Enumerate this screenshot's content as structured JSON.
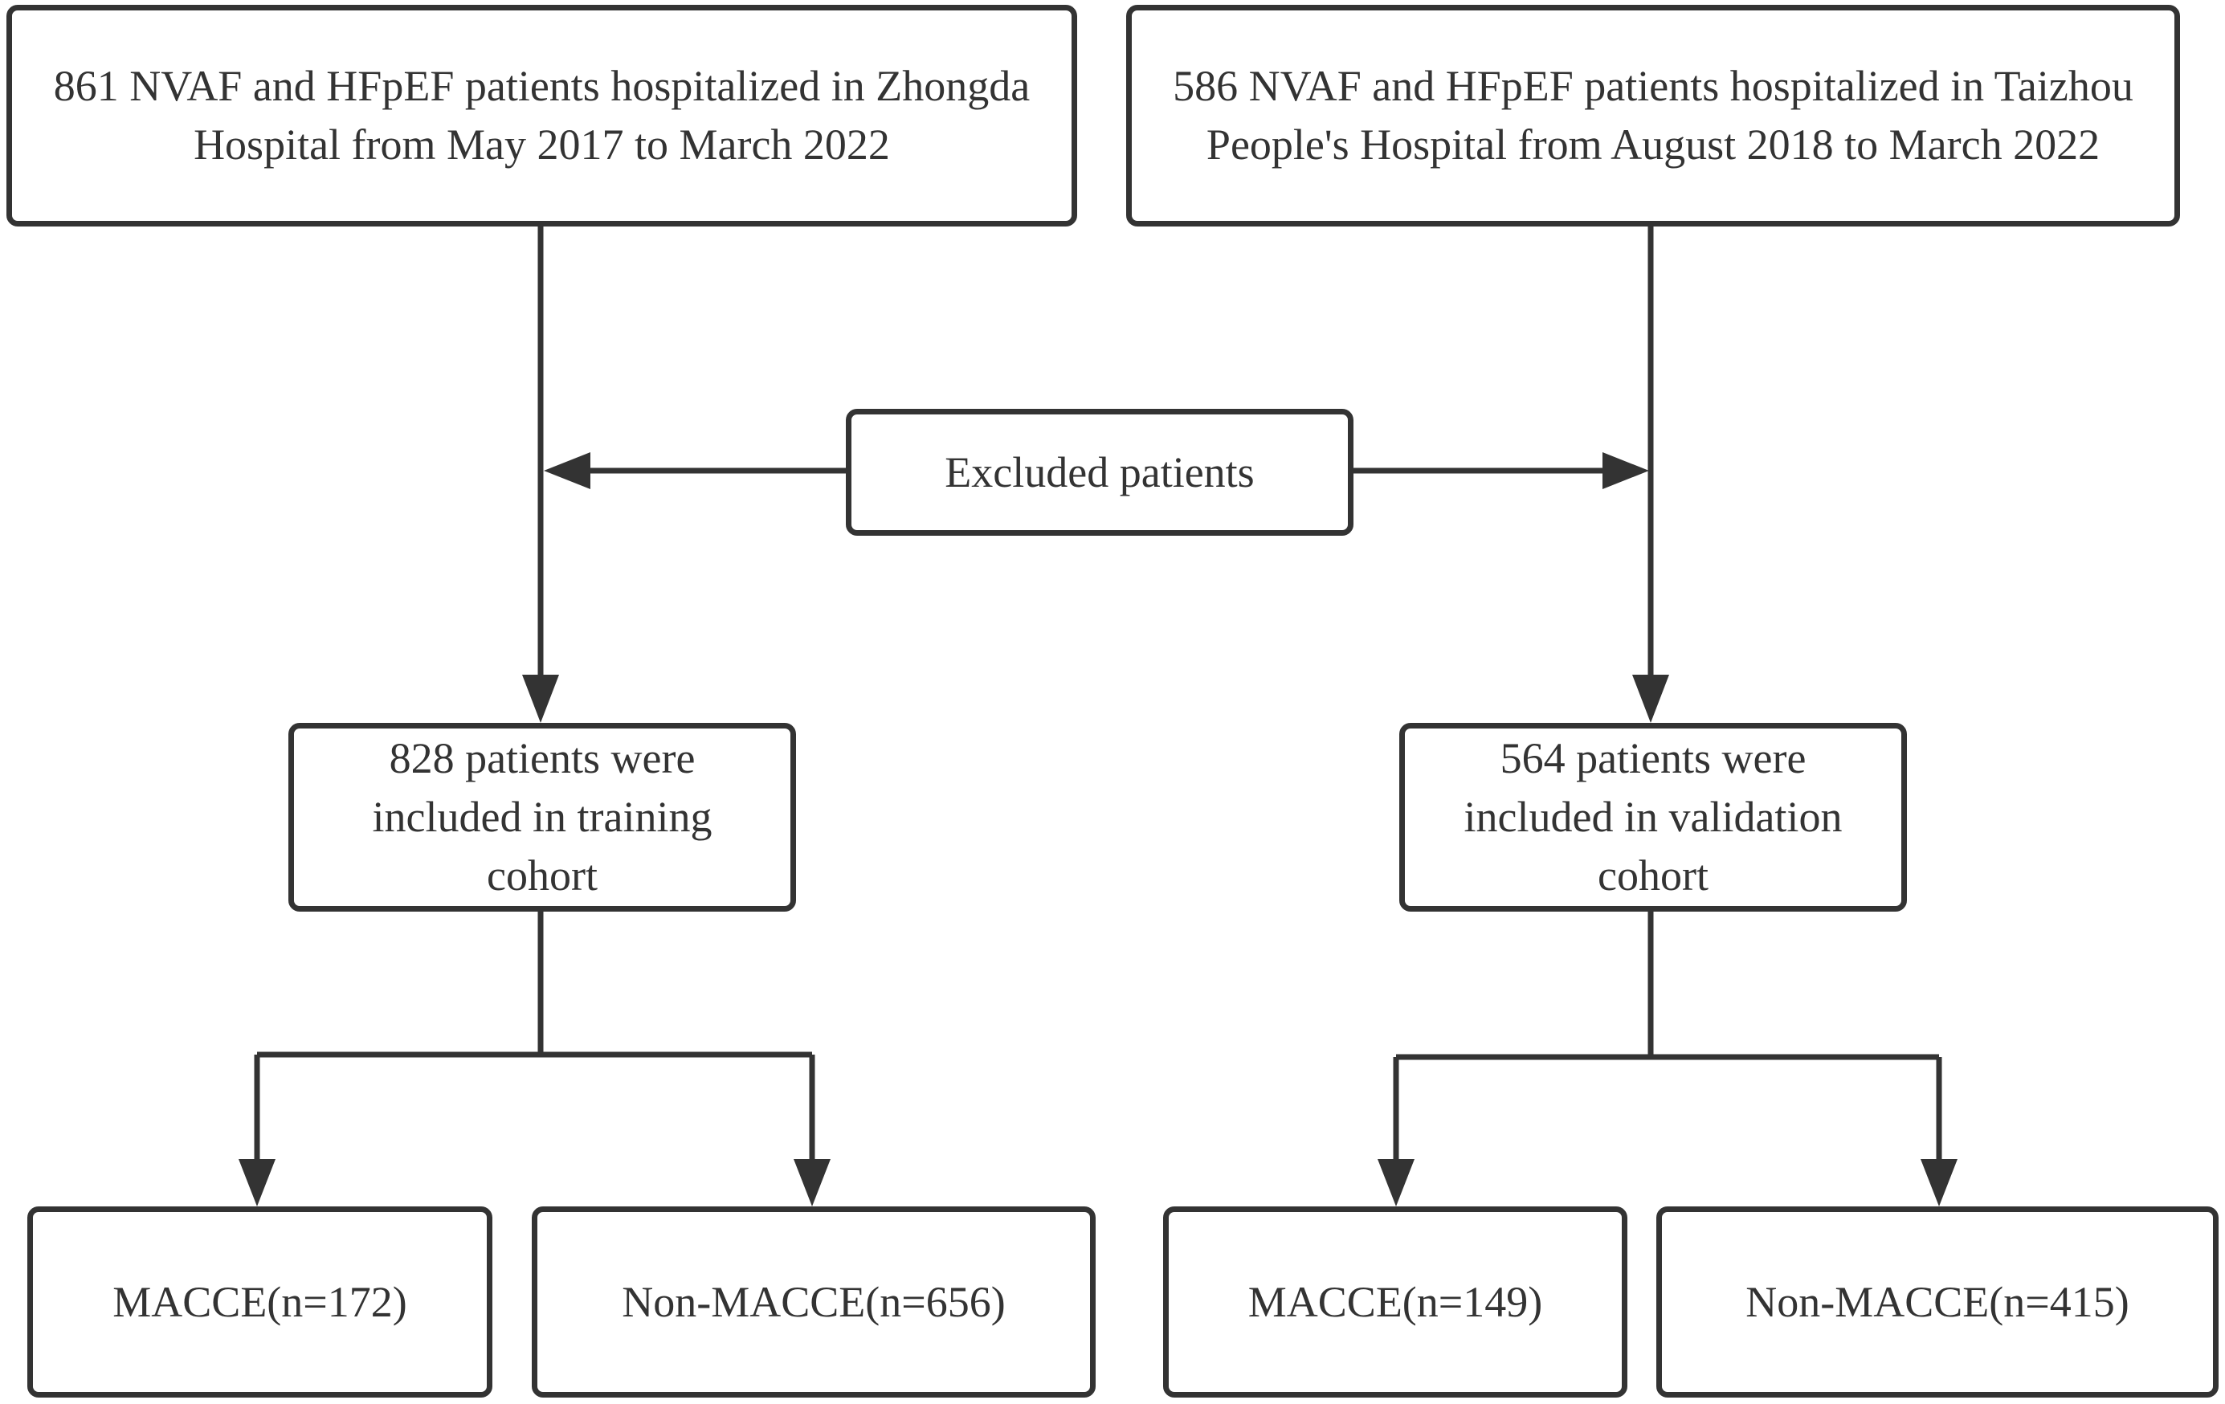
{
  "diagram": {
    "source_boxes": {
      "zhongda": "861 NVAF and HFpEF patients hospitalized in Zhongda Hospital from May 2017 to March 2022",
      "taizhou": "586 NVAF and HFpEF patients hospitalized in Taizhou People's Hospital from August 2018 to March 2022"
    },
    "excluded": "Excluded patients",
    "cohorts": {
      "training": "828 patients were included in training cohort",
      "validation": "564 patients were included in validation cohort"
    },
    "outcomes": {
      "training_macce": "MACCE(n=172)",
      "training_non_macce": "Non-MACCE(n=656)",
      "validation_macce": "MACCE(n=149)",
      "validation_non_macce": "Non-MACCE(n=415)"
    },
    "colors": {
      "stroke": "#333333",
      "text": "#333333",
      "background": "#ffffff"
    }
  }
}
